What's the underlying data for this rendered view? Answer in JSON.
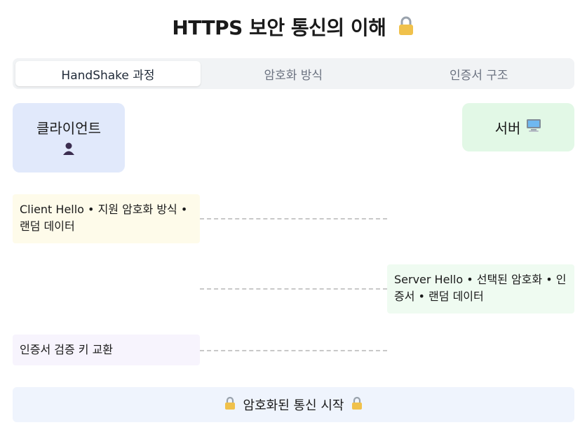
{
  "title": "HTTPS 보안 통신의 이해",
  "tabs": [
    {
      "label": "HandShake 과정",
      "active": true
    },
    {
      "label": "암호화 방식",
      "active": false
    },
    {
      "label": "인증서 구조",
      "active": false
    }
  ],
  "client": {
    "label": "클라이언트",
    "icon": "user-icon"
  },
  "server": {
    "label": "서버",
    "icon": "computer-icon"
  },
  "messages": [
    {
      "text": "Client Hello • 지원 암호화 방식 • 랜덤 데이터"
    },
    {
      "text": "Server Hello • 선택된 암호화 • 인증서 • 랜덤 데이터"
    },
    {
      "text": "인증서 검증 키 교환"
    }
  ],
  "footer": {
    "text": "암호화된 통신 시작"
  },
  "colors": {
    "client_bg": "#e1e9fb",
    "server_bg": "#e2f8e6",
    "msg1_bg": "#fefbea",
    "msg2_bg": "#effbf1",
    "msg3_bg": "#f7f4fd",
    "footer_bg": "#eff4fd",
    "lock": "#f0c14b"
  }
}
